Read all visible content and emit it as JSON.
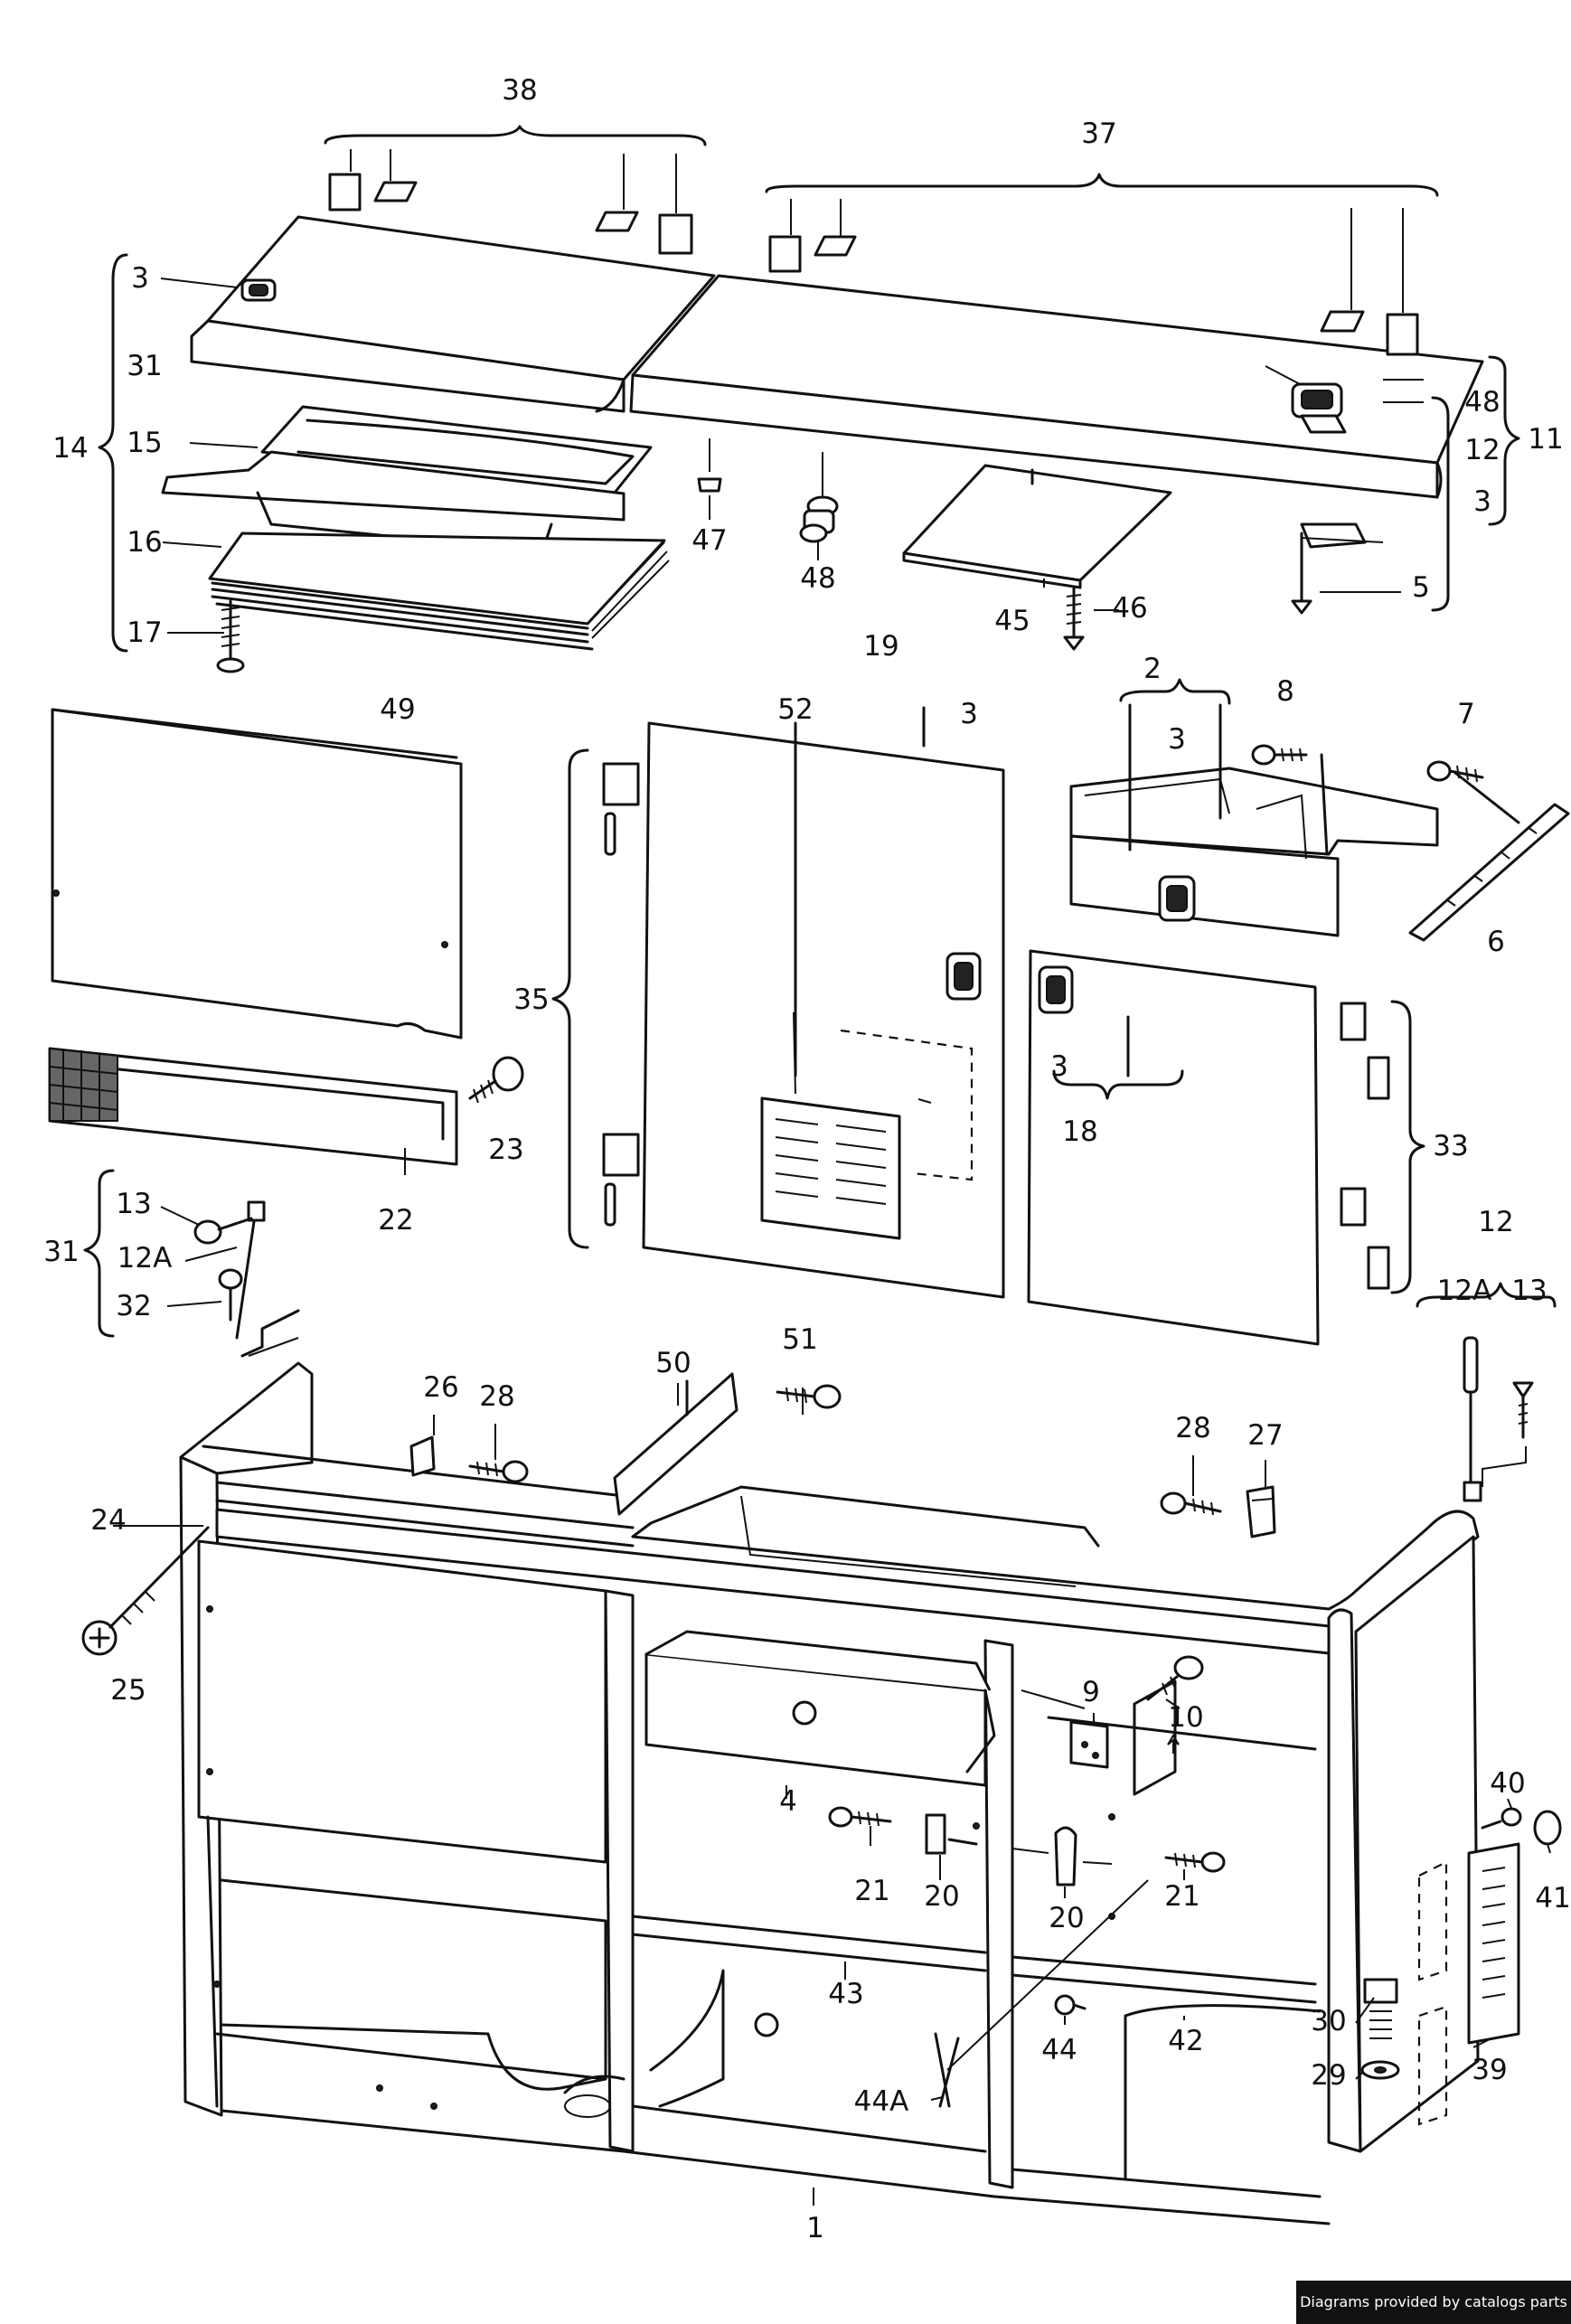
{
  "callouts": [
    {
      "id": "38",
      "text": "38"
    },
    {
      "id": "37",
      "text": "37"
    },
    {
      "id": "3a",
      "text": "3"
    },
    {
      "id": "31a",
      "text": "31"
    },
    {
      "id": "14",
      "text": "14"
    },
    {
      "id": "15",
      "text": "15"
    },
    {
      "id": "16",
      "text": "16"
    },
    {
      "id": "17",
      "text": "17"
    },
    {
      "id": "47",
      "text": "47"
    },
    {
      "id": "48a",
      "text": "48"
    },
    {
      "id": "48b",
      "text": "48"
    },
    {
      "id": "12a",
      "text": "12"
    },
    {
      "id": "11",
      "text": "11"
    },
    {
      "id": "3b",
      "text": "3"
    },
    {
      "id": "5",
      "text": "5"
    },
    {
      "id": "45",
      "text": "45"
    },
    {
      "id": "46",
      "text": "46"
    },
    {
      "id": "19",
      "text": "19"
    },
    {
      "id": "52",
      "text": "52"
    },
    {
      "id": "3c",
      "text": "3"
    },
    {
      "id": "2",
      "text": "2"
    },
    {
      "id": "3d",
      "text": "3"
    },
    {
      "id": "8",
      "text": "8"
    },
    {
      "id": "7",
      "text": "7"
    },
    {
      "id": "6",
      "text": "6"
    },
    {
      "id": "49",
      "text": "49"
    },
    {
      "id": "35",
      "text": "35"
    },
    {
      "id": "3e",
      "text": "3"
    },
    {
      "id": "18",
      "text": "18"
    },
    {
      "id": "33",
      "text": "33"
    },
    {
      "id": "23",
      "text": "23"
    },
    {
      "id": "22",
      "text": "22"
    },
    {
      "id": "13a",
      "text": "13"
    },
    {
      "id": "31b",
      "text": "31"
    },
    {
      "id": "12Aa",
      "text": "12A"
    },
    {
      "id": "32",
      "text": "32"
    },
    {
      "id": "12b",
      "text": "12"
    },
    {
      "id": "12Ab",
      "text": "12A"
    },
    {
      "id": "13b",
      "text": "13"
    },
    {
      "id": "50",
      "text": "50"
    },
    {
      "id": "51",
      "text": "51"
    },
    {
      "id": "26",
      "text": "26"
    },
    {
      "id": "28a",
      "text": "28"
    },
    {
      "id": "28b",
      "text": "28"
    },
    {
      "id": "27",
      "text": "27"
    },
    {
      "id": "24",
      "text": "24"
    },
    {
      "id": "25",
      "text": "25"
    },
    {
      "id": "9",
      "text": "9"
    },
    {
      "id": "10",
      "text": "10"
    },
    {
      "id": "4",
      "text": "4"
    },
    {
      "id": "21a",
      "text": "21"
    },
    {
      "id": "20a",
      "text": "20"
    },
    {
      "id": "20b",
      "text": "20"
    },
    {
      "id": "21b",
      "text": "21"
    },
    {
      "id": "40",
      "text": "40"
    },
    {
      "id": "41",
      "text": "41"
    },
    {
      "id": "43",
      "text": "43"
    },
    {
      "id": "42",
      "text": "42"
    },
    {
      "id": "30",
      "text": "30"
    },
    {
      "id": "44",
      "text": "44"
    },
    {
      "id": "29",
      "text": "29"
    },
    {
      "id": "39",
      "text": "39"
    },
    {
      "id": "44A",
      "text": "44A"
    },
    {
      "id": "1",
      "text": "1"
    }
  ],
  "credit": "Diagrams provided by catalogs parts"
}
